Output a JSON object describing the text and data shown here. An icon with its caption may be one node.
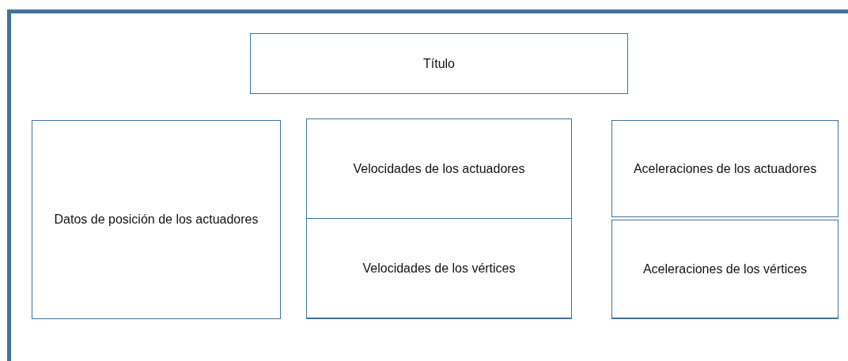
{
  "diagram": {
    "nodes": [
      {
        "text": [
          "Título"
        ]
      },
      {
        "text": [
          "Datos de posición de los actuadores"
        ]
      },
      {
        "text": [
          "Velocidades de los actuadores"
        ]
      },
      {
        "text": [
          "Velocidades de los vértices"
        ]
      },
      {
        "text": [
          "Aceleraciones de los actuadores"
        ]
      },
      {
        "text": [
          "Aceleraciones de los vértices"
        ]
      }
    ],
    "edges": []
  }
}
